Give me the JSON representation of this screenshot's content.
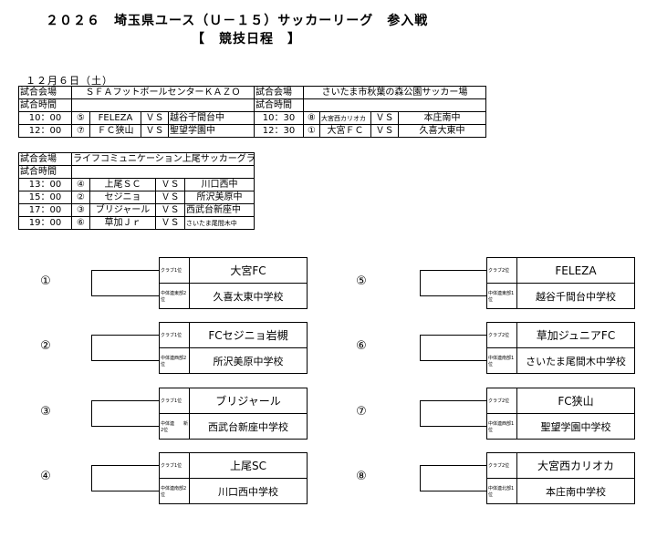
{
  "header": {
    "title": "２０２６　埼玉県ユース（Ｕ－１５）サッカーリーグ　参入戦",
    "subtitle": "【　競技日程　】",
    "date": "１２月６日（土）"
  },
  "schedule_top": {
    "venue_label": "試合会場",
    "time_label": "試合時間",
    "venue_left": "ＳＦＡフットボールセンターＫＡＺＯ",
    "venue_right": "さいたま市秋葉の森公園サッカー場",
    "rows": [
      {
        "time_l": "10：00",
        "no_l": "⑤",
        "home_l": "FELEZA",
        "vs_l": "ＶＳ",
        "away_l": "越谷千間台中",
        "time_r": "10：30",
        "no_r": "⑧",
        "home_r": "大宮西カリオカ",
        "vs_r": "ＶＳ",
        "away_r": "本庄南中"
      },
      {
        "time_l": "12：00",
        "no_l": "⑦",
        "home_l": "ＦＣ狭山",
        "vs_l": "ＶＳ",
        "away_l": "聖望学園中",
        "time_r": "12：30",
        "no_r": "①",
        "home_r": "大宮ＦＣ",
        "vs_r": "ＶＳ",
        "away_r": "久喜大東中"
      }
    ]
  },
  "schedule_bottom": {
    "venue_label": "試合会場",
    "time_label": "試合時間",
    "venue": "ライフコミュニケーション上尾サッカーグラウンド",
    "rows": [
      {
        "time": "13：00",
        "no": "④",
        "home": "上尾ＳＣ",
        "vs": "ＶＳ",
        "away": "川口西中"
      },
      {
        "time": "15：00",
        "no": "②",
        "home": "セジニョ",
        "vs": "ＶＳ",
        "away": "所沢美原中"
      },
      {
        "time": "17：00",
        "no": "③",
        "home": "ブリジャール",
        "vs": "ＶＳ",
        "away": "西武台新座中"
      },
      {
        "time": "19：00",
        "no": "⑥",
        "home": "草加Ｊｒ",
        "vs": "ＶＳ",
        "away": "さいたま尾間木中"
      }
    ]
  },
  "brackets": [
    {
      "no": "①",
      "top_label": "クラブ1位",
      "top_team": "大宮FC",
      "bottom_label": "中体連東部2位",
      "bottom_team": "久喜太東中学校"
    },
    {
      "no": "②",
      "top_label": "クラブ1位",
      "top_team": "FCセジニョ岩槻",
      "bottom_label": "中体連西部2位",
      "bottom_team": "所沢美原中学校"
    },
    {
      "no": "③",
      "top_label": "クラブ1位",
      "top_team": "ブリジャール",
      "bottom_label": "中体連　　新2位",
      "bottom_team": "西武台新座中学校"
    },
    {
      "no": "④",
      "top_label": "クラブ1位",
      "top_team": "上尾SC",
      "bottom_label": "中体連南部2位",
      "bottom_team": "川口西中学校"
    },
    {
      "no": "⑤",
      "top_label": "クラブ2位",
      "top_team": "FELEZA",
      "bottom_label": "中体連東部1位",
      "bottom_team": "越谷千間台中学校"
    },
    {
      "no": "⑥",
      "top_label": "クラブ2位",
      "top_team": "草加ジュニアFC",
      "bottom_label": "中体連南部1位",
      "bottom_team": "さいたま尾間木中学校"
    },
    {
      "no": "⑦",
      "top_label": "クラブ2位",
      "top_team": "FC狭山",
      "bottom_label": "中体連西部1位",
      "bottom_team": "聖望学園中学校"
    },
    {
      "no": "⑧",
      "top_label": "クラブ2位",
      "top_team": "大宮西カリオカ",
      "bottom_label": "中体連北部1位",
      "bottom_team": "本庄南中学校"
    }
  ]
}
